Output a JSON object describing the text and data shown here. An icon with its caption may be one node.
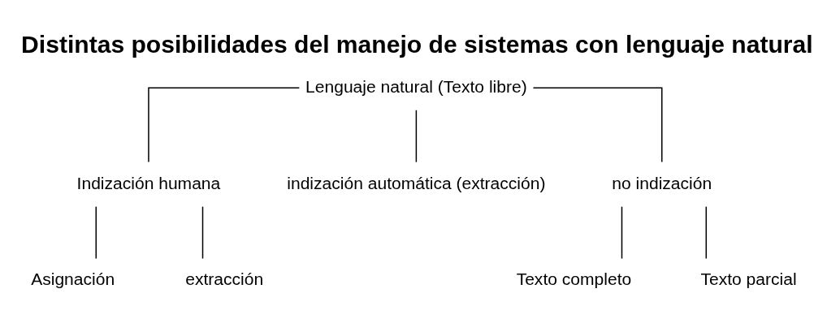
{
  "diagram": {
    "title": "Distintas posibilidades del manejo de sistemas con lenguaje natural",
    "nodes": [
      {
        "text": [
          "Lenguaje natural (Texto libre)"
        ]
      },
      {
        "text": [
          "Indización humana"
        ]
      },
      {
        "text": [
          "indización automática (extracción)"
        ]
      },
      {
        "text": [
          "no indización"
        ]
      },
      {
        "text": [
          "Asignación"
        ]
      },
      {
        "text": [
          "extracción"
        ]
      },
      {
        "text": [
          "Texto completo"
        ]
      },
      {
        "text": [
          "Texto parcial"
        ]
      }
    ],
    "edges": [
      {
        "from": 0,
        "to": 1,
        "arrow": "none"
      },
      {
        "from": 0,
        "to": 2,
        "arrow": "none"
      },
      {
        "from": 0,
        "to": 3,
        "arrow": "none"
      },
      {
        "from": 1,
        "to": 4,
        "arrow": "none"
      },
      {
        "from": 1,
        "to": 5,
        "arrow": "none"
      },
      {
        "from": 3,
        "to": 6,
        "arrow": "none"
      },
      {
        "from": 3,
        "to": 7,
        "arrow": "none"
      }
    ]
  }
}
